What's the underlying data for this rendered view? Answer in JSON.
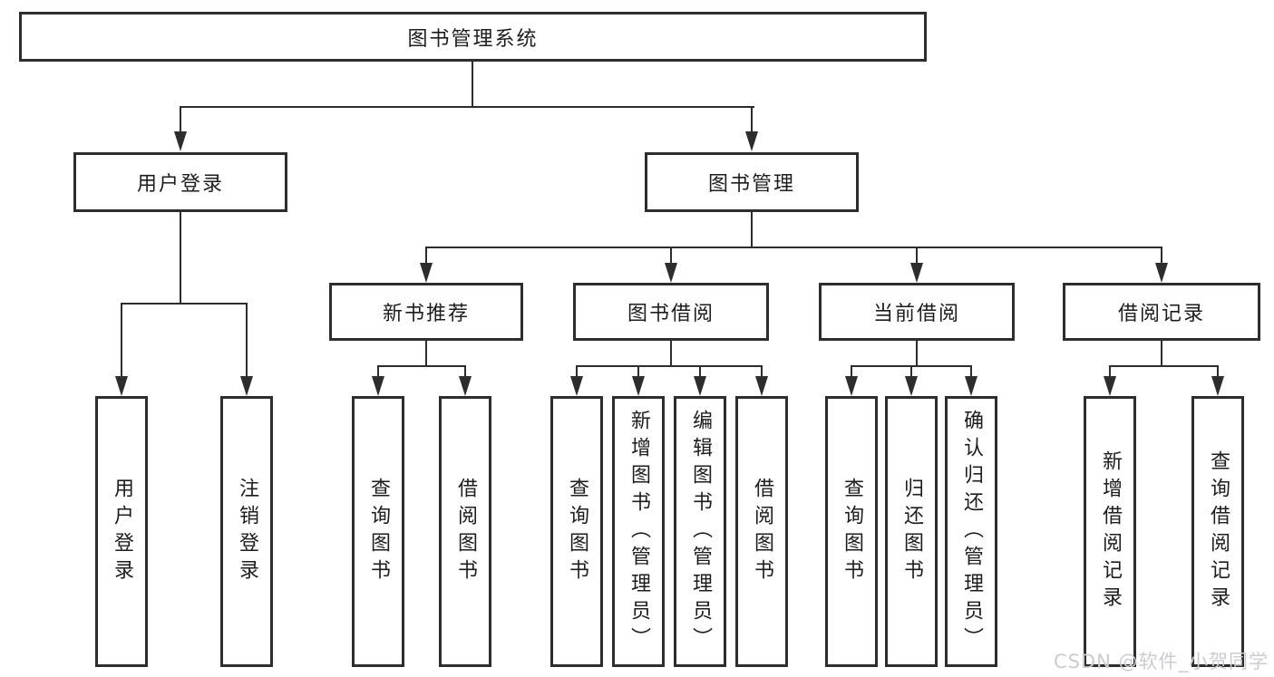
{
  "colors": {
    "line": "#2d2d2d",
    "box_border": "#2d2d2d",
    "text": "#1d1d1f",
    "watermark": "#cbccd1",
    "bg": "#ffffff"
  },
  "watermark": {
    "text": "CSDN @软件_小贺同学"
  },
  "tree": {
    "root": {
      "label": "图书管理系统"
    },
    "level2": [
      {
        "label": "用户登录"
      },
      {
        "label": "图书管理"
      }
    ],
    "level3": [
      {
        "label": "新书推荐"
      },
      {
        "label": "图书借阅"
      },
      {
        "label": "当前借阅"
      },
      {
        "label": "借阅记录"
      }
    ],
    "leaves": {
      "user_login": [
        {
          "label": "用户登录"
        },
        {
          "label": "注销登录"
        }
      ],
      "new_book": [
        {
          "label": "查询图书"
        },
        {
          "label": "借阅图书"
        }
      ],
      "book_borrow": [
        {
          "label": "查询图书"
        },
        {
          "label": "新增图书（管理员）"
        },
        {
          "label": "编辑图书（管理员）"
        },
        {
          "label": "借阅图书"
        }
      ],
      "current_borrow": [
        {
          "label": "查询图书"
        },
        {
          "label": "归还图书"
        },
        {
          "label": "确认归还（管理员）"
        }
      ],
      "borrow_record": [
        {
          "label": "新增借阅记录"
        },
        {
          "label": "查询借阅记录"
        }
      ]
    }
  }
}
